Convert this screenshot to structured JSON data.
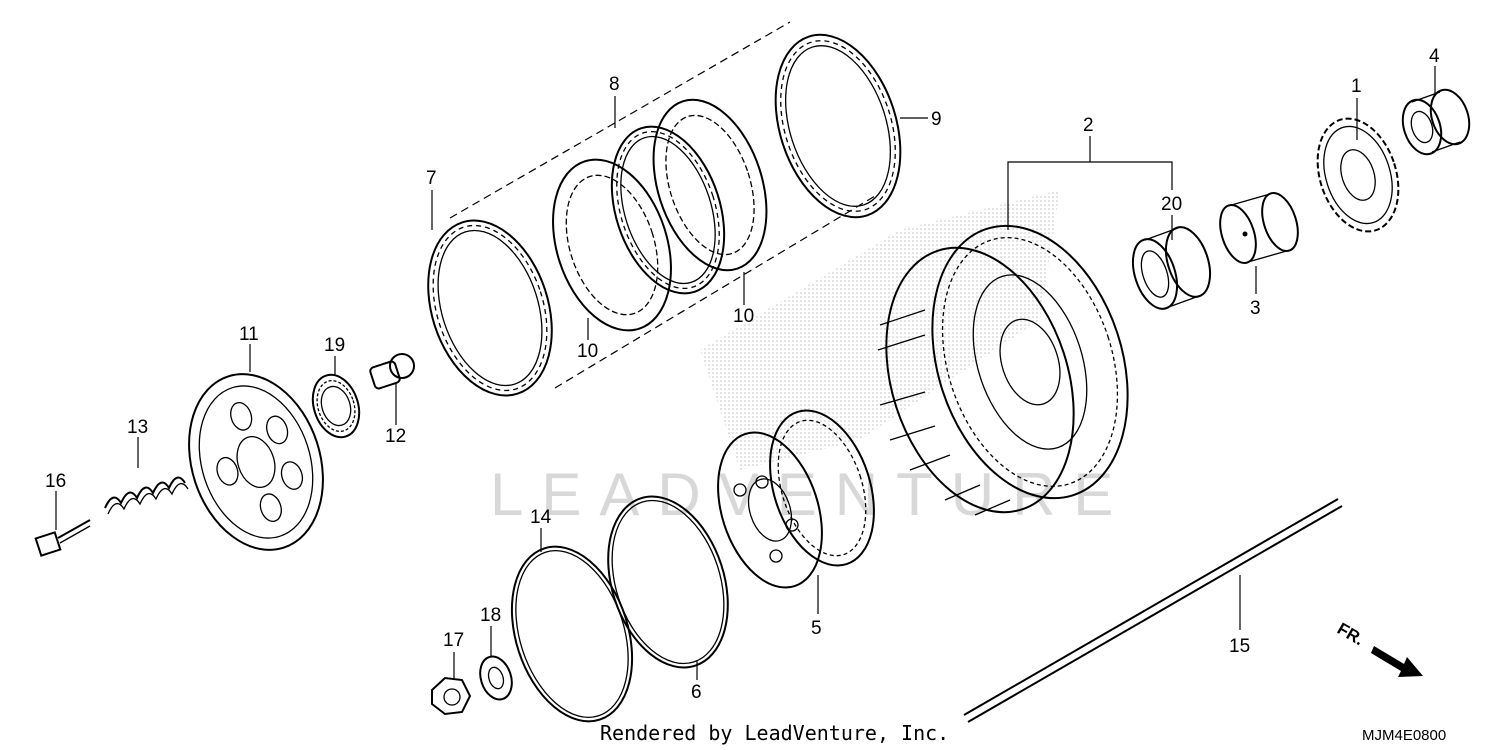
{
  "diagram": {
    "part_numbers": [
      "1",
      "2",
      "3",
      "4",
      "5",
      "6",
      "7",
      "8",
      "9",
      "10",
      "10",
      "11",
      "12",
      "13",
      "14",
      "15",
      "16",
      "17",
      "18",
      "19",
      "20"
    ],
    "credit": "Rendered by LeadVenture, Inc.",
    "code": "MJM4E0800",
    "direction": "FR.",
    "watermark": "LEADVENTURE"
  },
  "colors": {
    "line": "#000000",
    "watermark": "#d8d8d8",
    "shade": "#9a9a9a"
  }
}
